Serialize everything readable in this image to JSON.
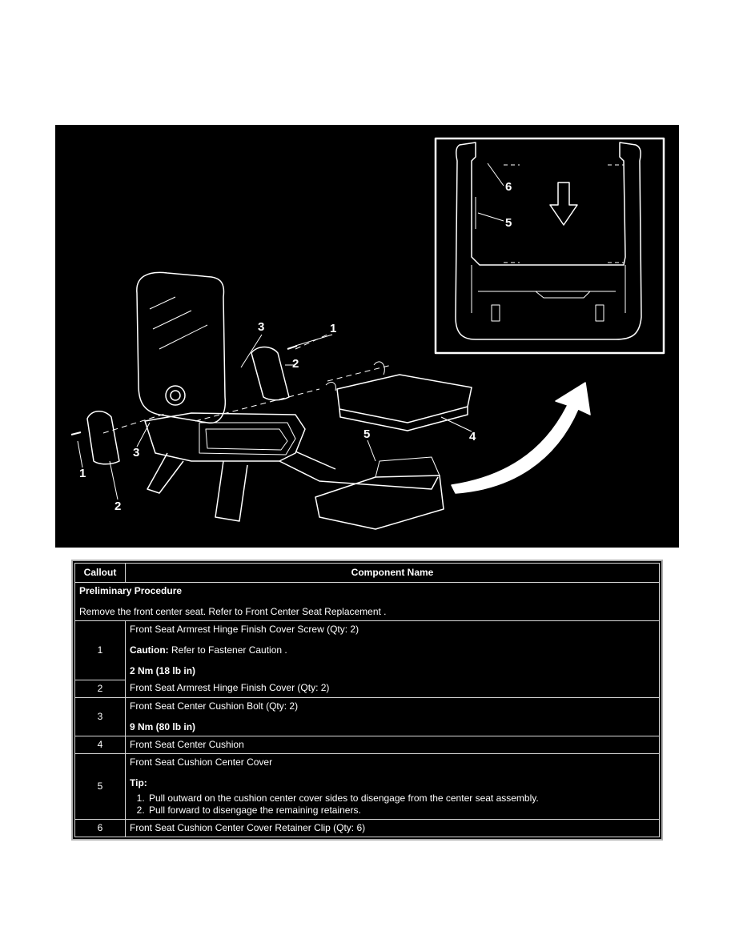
{
  "figure": {
    "callouts": [
      "1",
      "2",
      "3",
      "3",
      "1",
      "2",
      "4",
      "5",
      "6",
      "5"
    ]
  },
  "table": {
    "headers": [
      "Callout",
      "Component Name"
    ],
    "preliminary": {
      "title": "Preliminary Procedure",
      "text": "Remove the front center seat. Refer to Front Center Seat Replacement ."
    },
    "row1": {
      "num": "1",
      "name": "Front Seat Armrest Hinge Finish Cover Screw (Qty: 2)",
      "caution_label": "Caution:",
      "caution_text": " Refer to Fastener Caution .",
      "torque": "2 Nm (18 lb in)"
    },
    "row2": {
      "num": "2",
      "name": "Front Seat Armrest Hinge Finish Cover (Qty: 2)"
    },
    "row3": {
      "num": "3",
      "name": "Front Seat Center Cushion Bolt (Qty: 2)",
      "torque": "9 Nm (80 lb in)"
    },
    "row4": {
      "num": "4",
      "name": "Front Seat Center Cushion"
    },
    "row5": {
      "num": "5",
      "name": "Front Seat Cushion Center Cover",
      "tip_label": "Tip:",
      "steps": [
        "Pull outward on the cushion center cover sides to disengage from the center seat assembly.",
        "Pull forward to disengage the remaining retainers."
      ]
    },
    "row6": {
      "num": "6",
      "name": "Front Seat Cushion Center Cover Retainer Clip (Qty: 6)"
    }
  }
}
